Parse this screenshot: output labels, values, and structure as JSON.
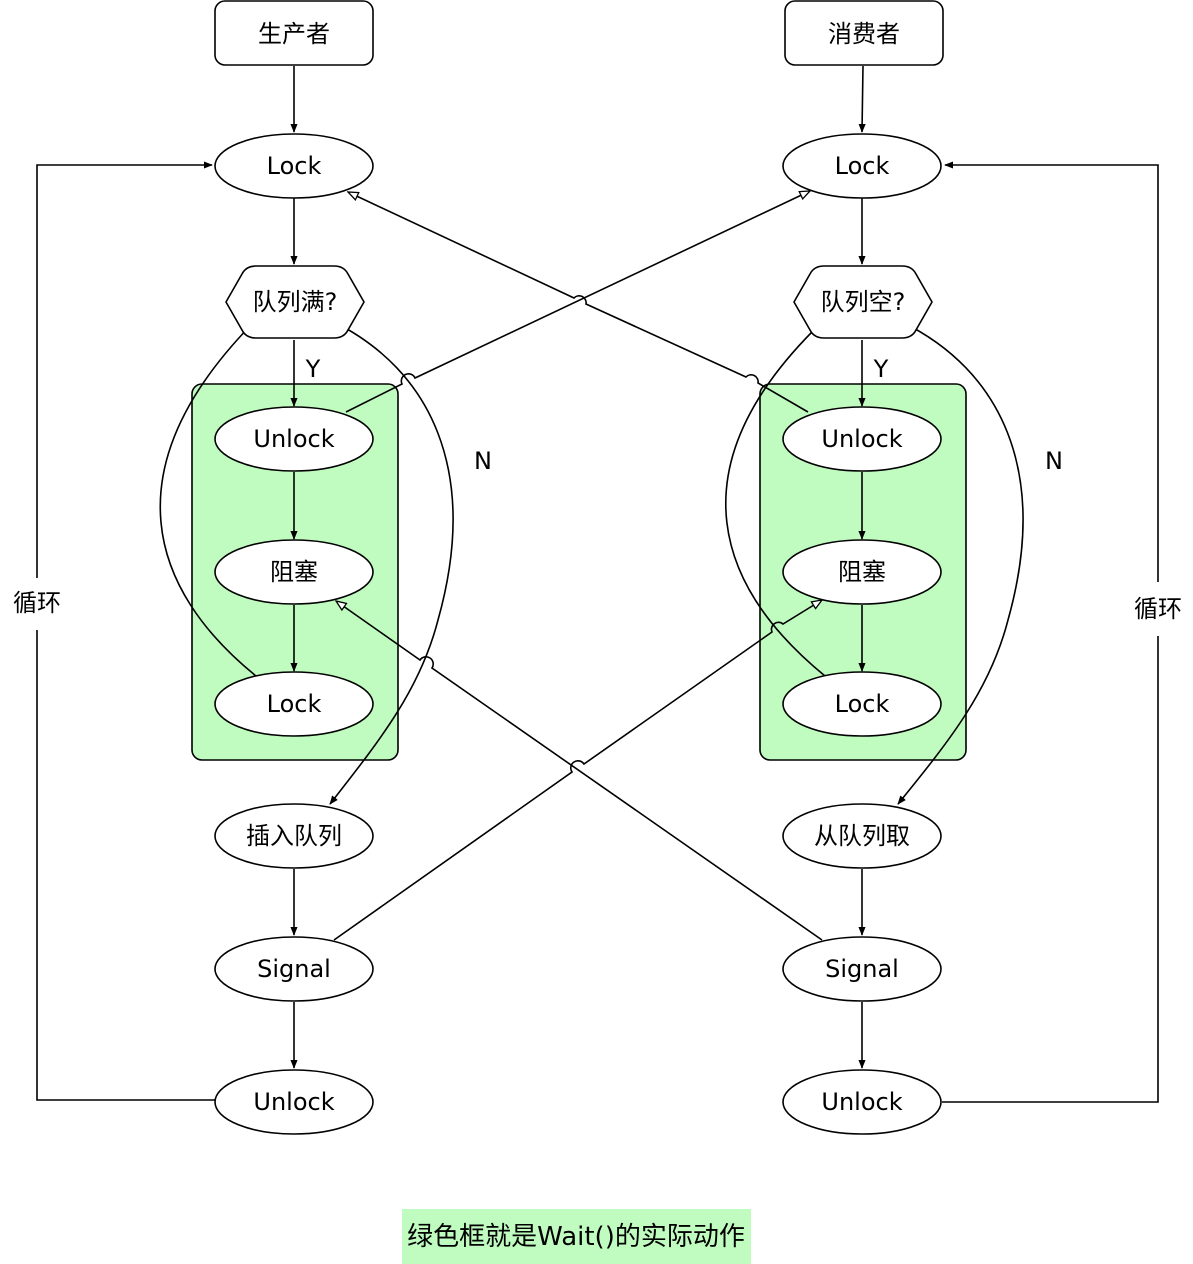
{
  "nodes": {
    "producer": "生产者",
    "consumer": "消费者",
    "p_lock1": "Lock",
    "c_lock1": "Lock",
    "p_check": "队列满?",
    "c_check": "队列空?",
    "p_unlock_wait": "Unlock",
    "c_unlock_wait": "Unlock",
    "p_block": "阻塞",
    "c_block": "阻塞",
    "p_lock_wait": "Lock",
    "c_lock_wait": "Lock",
    "p_action": "插入队列",
    "c_action": "从队列取",
    "p_signal": "Signal",
    "c_signal": "Signal",
    "p_unlock": "Unlock",
    "c_unlock": "Unlock"
  },
  "edge_labels": {
    "p_yes": "Y",
    "c_yes": "Y",
    "p_no": "N",
    "c_no": "N",
    "p_loop": "循环",
    "c_loop": "循环"
  },
  "note": "绿色框就是Wait()的实际动作",
  "colors": {
    "wait_box": "#c0fcc0",
    "stroke": "#000000",
    "node_fill": "#ffffff"
  }
}
